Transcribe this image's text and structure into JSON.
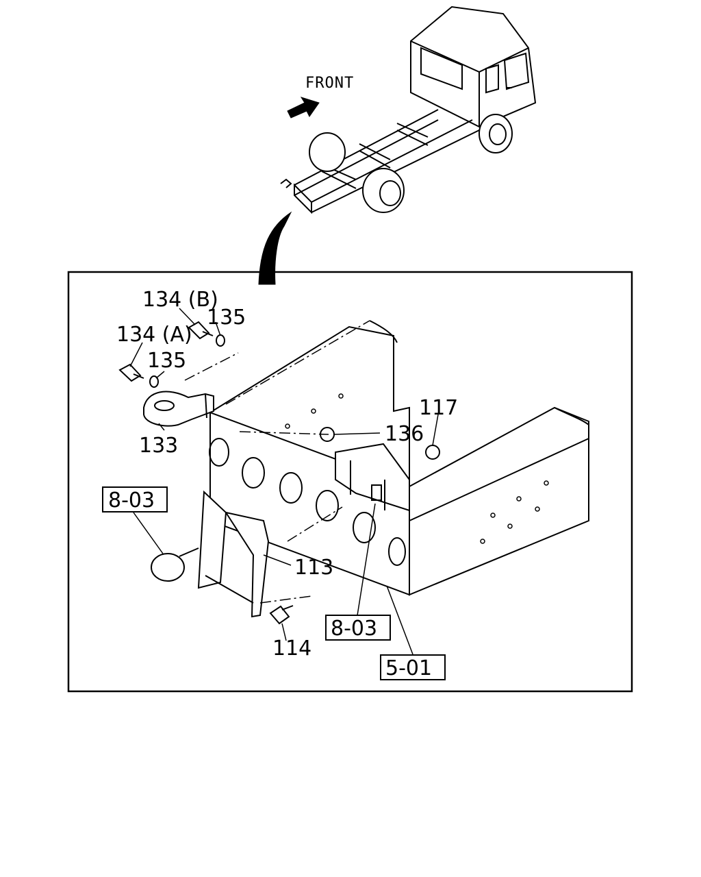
{
  "direction_label": "FRONT",
  "callouts": {
    "p134b": "134 (B)",
    "p135a": "135",
    "p134a": "134 (A)",
    "p135b": "135",
    "p133": "133",
    "p136": "136",
    "p117": "117",
    "p113": "113",
    "p114": "114"
  },
  "references": {
    "ref_803_left": "8-03",
    "ref_803_right": "8-03",
    "ref_501": "5-01"
  }
}
